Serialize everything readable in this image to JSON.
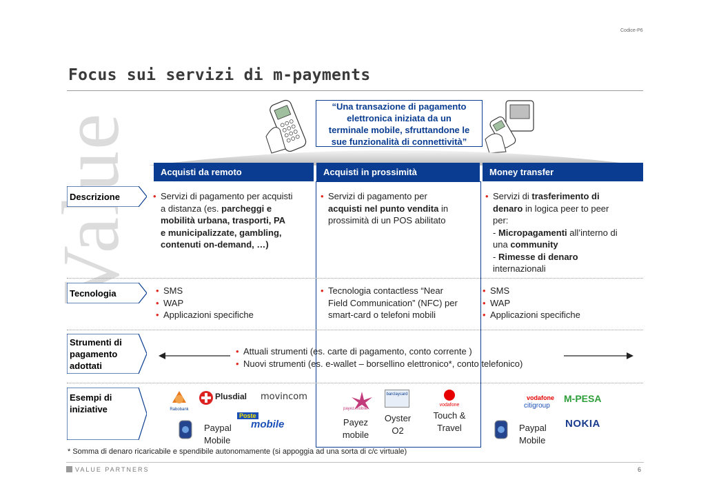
{
  "watermark": "Value",
  "code_label": "Codice-P6",
  "title": "Focus sui servizi di m-payments",
  "quote": [
    "“Una transazione di pagamento",
    "elettronica iniziata da un",
    "terminale mobile, sfruttandone le",
    "sue funzionalità di connettività”"
  ],
  "columns": {
    "remote": "Acquisti da remoto",
    "proximity": "Acquisti in prossimità",
    "money_transfer": "Money transfer"
  },
  "rows": {
    "descrizione": "Descrizione",
    "tecnologia": "Tecnologia",
    "strumenti": [
      "Strumenti di",
      "pagamento",
      "adottati"
    ],
    "esempi": [
      "Esempi di",
      "iniziative"
    ]
  },
  "descrizione": {
    "remote": {
      "l1": "Servizi di pagamento per acquisti",
      "l2a": "a distanza (es. ",
      "l2b": "parcheggi e",
      "l3": "mobilità urbana, trasporti, PA",
      "l4": "e municipalizzate, gambling,",
      "l5": "contenuti on-demand, …)"
    },
    "proximity": {
      "l1": "Servizi di pagamento per",
      "l2a": "acquisti nel punto vendita",
      "l2b": " in",
      "l3": "prossimità di un POS abilitato"
    },
    "money_transfer": {
      "l1a": "Servizi di ",
      "l1b": "trasferimento di",
      "l2a": "denaro",
      "l2b": " in logica peer to peer",
      "l3": "per:",
      "l4a": "- ",
      "l4b": "Micropagamenti",
      "l4c": " all’interno di",
      "l5a": "una ",
      "l5b": "community",
      "l6a": "- ",
      "l6b": "Rimesse di denaro",
      "l7": "internazionali"
    }
  },
  "tecnologia": {
    "remote": [
      "SMS",
      "WAP",
      "Applicazioni specifiche"
    ],
    "proximity": [
      "Tecnologia contactless “Near",
      "Field Communication” (NFC) per",
      "smart-card o telefoni mobili"
    ],
    "money_transfer": [
      "SMS",
      "WAP",
      "Applicazioni specifiche"
    ]
  },
  "strumenti": [
    "Attuali strumenti (es. carte di pagamento, conto corrente )",
    "Nuovi strumenti (es. e-wallet – borsellino elettronico*, conto telefonico)"
  ],
  "esempi": {
    "remote_logos": [
      "Rabobank",
      "Plusdial",
      "movincom",
      "Poste",
      "mobile"
    ],
    "remote_label": [
      "Paypal",
      "Mobile"
    ],
    "proximity_payez": [
      "Payez",
      "mobile"
    ],
    "proximity_oyster": [
      "Oyster",
      "O2"
    ],
    "proximity_touch": [
      "Touch &",
      "Travel"
    ],
    "proximity_logos": [
      "barclaycard",
      "vodafone",
      "payez mobile"
    ],
    "mt_logos": [
      "vodafone",
      "citigroup",
      "M-PESA",
      "NOKIA"
    ],
    "mt_label": [
      "Paypal",
      "Mobile"
    ]
  },
  "footnote": "* Somma di denaro ricaricabile e spendibile autonomamente (si appoggia ad una sorta di c/c virtuale)",
  "footer_logo": "VALUE PARTNERS",
  "page_number": "6",
  "colors": {
    "accent": "#0a3d91",
    "bullet": "#e0271f",
    "band": "#0a3d91"
  }
}
